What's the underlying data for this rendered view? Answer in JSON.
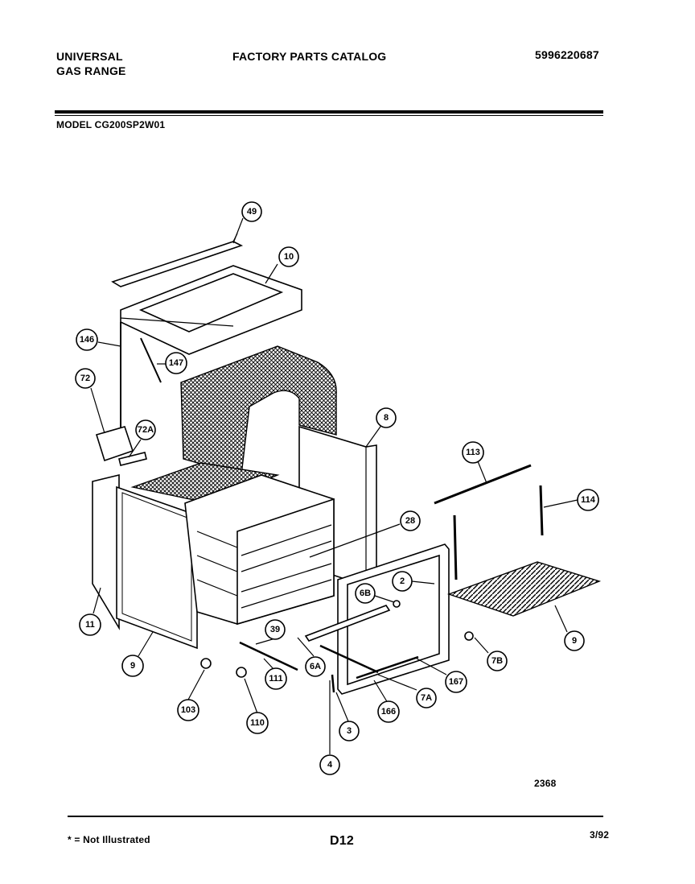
{
  "header": {
    "brand_line1": "UNIVERSAL",
    "brand_line2": "GAS RANGE",
    "catalog_title": "FACTORY PARTS CATALOG",
    "catalog_number": "5996220687",
    "model": "MODEL CG200SP2W01"
  },
  "callouts": [
    {
      "id": "c49",
      "label": "49"
    },
    {
      "id": "c10",
      "label": "10"
    },
    {
      "id": "c146",
      "label": "146"
    },
    {
      "id": "c147",
      "label": "147"
    },
    {
      "id": "c72",
      "label": "72"
    },
    {
      "id": "c72A",
      "label": "72A"
    },
    {
      "id": "c8",
      "label": "8"
    },
    {
      "id": "c113",
      "label": "113"
    },
    {
      "id": "c114",
      "label": "114"
    },
    {
      "id": "c28",
      "label": "28"
    },
    {
      "id": "c2",
      "label": "2"
    },
    {
      "id": "c6B",
      "label": "6B"
    },
    {
      "id": "c11",
      "label": "11"
    },
    {
      "id": "c9a",
      "label": "9"
    },
    {
      "id": "c9b",
      "label": "9"
    },
    {
      "id": "c39",
      "label": "39"
    },
    {
      "id": "c6A",
      "label": "6A"
    },
    {
      "id": "c111",
      "label": "111"
    },
    {
      "id": "c7B",
      "label": "7B"
    },
    {
      "id": "c167",
      "label": "167"
    },
    {
      "id": "c7A",
      "label": "7A"
    },
    {
      "id": "c166",
      "label": "166"
    },
    {
      "id": "c103",
      "label": "103"
    },
    {
      "id": "c110",
      "label": "110"
    },
    {
      "id": "c3",
      "label": "3"
    },
    {
      "id": "c4",
      "label": "4"
    }
  ],
  "drawing_number": "2368",
  "footer": {
    "note": "* = Not Illustrated",
    "page": "D12",
    "date": "3/92"
  }
}
